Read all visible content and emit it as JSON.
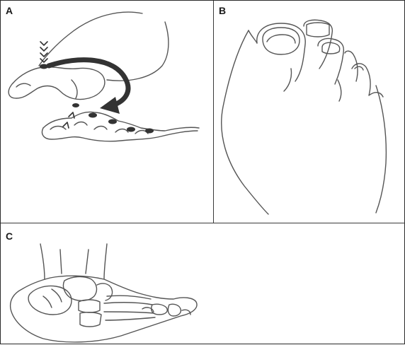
{
  "figure": {
    "panels": [
      {
        "label": "A"
      },
      {
        "label": "B"
      },
      {
        "label": "C"
      }
    ]
  },
  "colors": {
    "line": "#555555",
    "arrow": "#333333",
    "background": "#ffffff"
  }
}
